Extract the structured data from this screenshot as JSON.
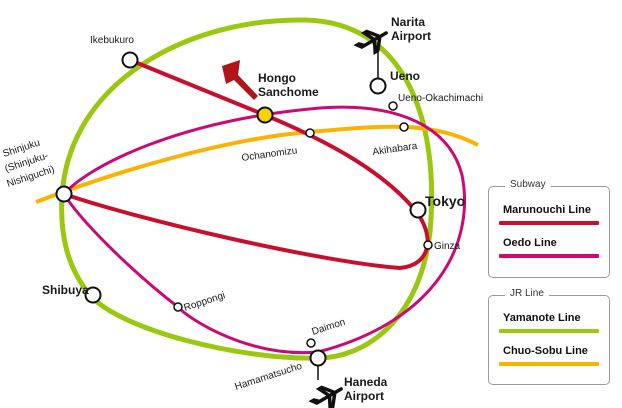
{
  "colors": {
    "marunouchi": "#c8102e",
    "oedo": "#cc0a73",
    "yamanote": "#9ac80e",
    "chuo_sobu": "#fab300",
    "highlight": "#f7d300",
    "arrow": "#b0151a"
  },
  "stations": {
    "ikebukuro": "Ikebukuro",
    "hongo_line1": "Hongo",
    "hongo_line2": "Sanchome",
    "ueno": "Ueno",
    "ueno_okachimachi": "Ueno-Okachimachi",
    "ochanomizu": "Ochanomizu",
    "akihabara": "Akihabara",
    "shinjuku_line1": "Shinjuku",
    "shinjuku_line2": "(Shinjuku-",
    "shinjuku_line3": "Nishiguchi)",
    "tokyo": "Tokyo",
    "ginza": "Ginza",
    "shibuya": "Shibuya",
    "roppongi": "Roppongi",
    "daimon": "Daimon",
    "hamamatsucho": "Hamamatsucho"
  },
  "airports": {
    "narita_line1": "Narita",
    "narita_line2": "Airport",
    "haneda_line1": "Haneda",
    "haneda_line2": "Airport",
    "icon": "airplane-icon"
  },
  "legend": {
    "subway": {
      "title": "Subway",
      "items": [
        {
          "label": "Marunouchi Line",
          "color": "#c8102e"
        },
        {
          "label": "Oedo Line",
          "color": "#cc0a73"
        }
      ]
    },
    "jr": {
      "title": "JR Line",
      "items": [
        {
          "label": "Yamanote Line",
          "color": "#9ac80e"
        },
        {
          "label": "Chuo-Sobu Line",
          "color": "#fab300"
        }
      ]
    }
  }
}
